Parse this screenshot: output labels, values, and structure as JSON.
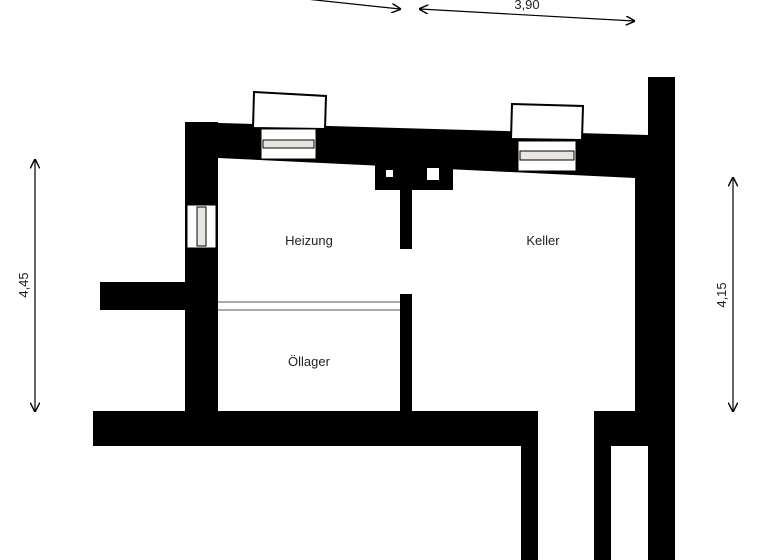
{
  "rooms": [
    {
      "name": "Heizung"
    },
    {
      "name": "Keller"
    },
    {
      "name": "Öllager"
    }
  ],
  "dimensions": {
    "top": "3,90",
    "left": "4,45",
    "right": "4,15"
  },
  "colors": {
    "wall": "#000000",
    "background": "#ffffff",
    "glass": "#e8e6e2"
  }
}
